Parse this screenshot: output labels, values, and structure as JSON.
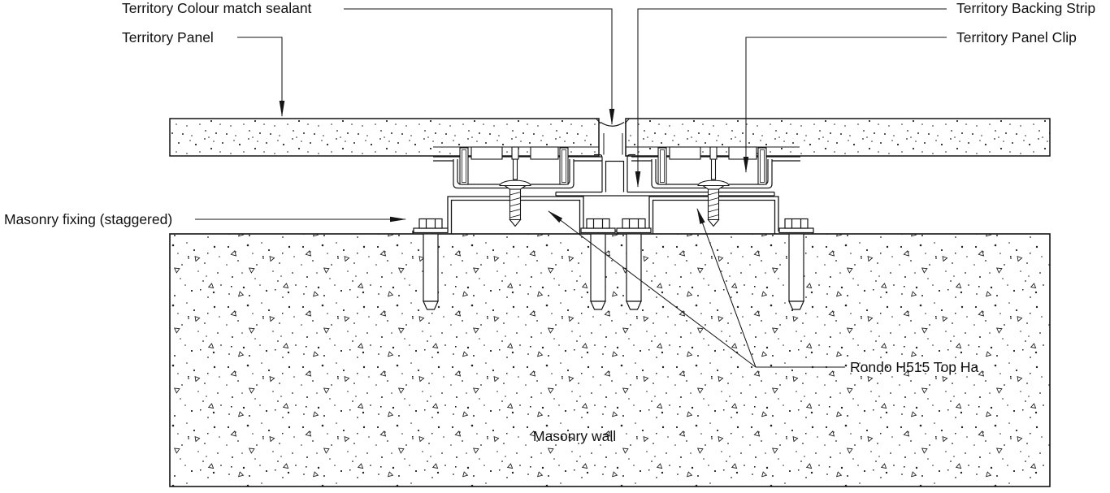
{
  "drawing": {
    "background_color": "#ffffff",
    "line_color": "#141414",
    "labels": {
      "sealant": "Territory Colour match sealant",
      "panel": "Territory Panel",
      "backing_strip": "Territory Backing Strip",
      "panel_clip": "Territory Panel Clip",
      "masonry_fixing": "Masonry fixing (staggered)",
      "top_hat": "Rondo H515 Top Ha",
      "masonry_wall": "Masonry wall"
    }
  }
}
